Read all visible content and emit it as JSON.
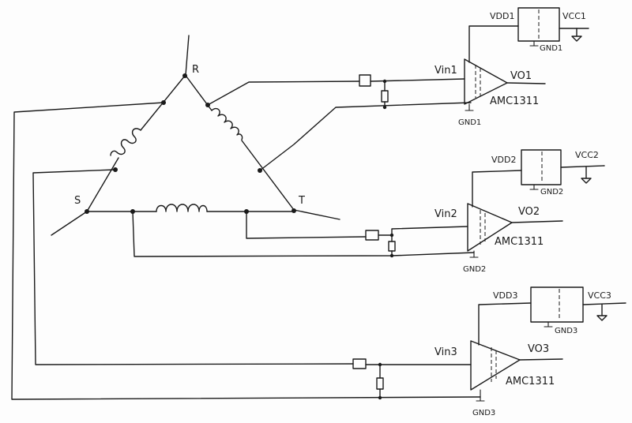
{
  "nodes": {
    "r": "R",
    "s": "S",
    "t": "T"
  },
  "channels": [
    {
      "vdd": "VDD1",
      "vcc": "VCC1",
      "gnd_iso": "GND1",
      "gnd_in": "GND1",
      "vin": "Vin1",
      "vout": "VO1",
      "chip": "AMC1311"
    },
    {
      "vdd": "VDD2",
      "vcc": "VCC2",
      "gnd_iso": "GND2",
      "gnd_in": "GND2",
      "vin": "Vin2",
      "vout": "VO2",
      "chip": "AMC1311"
    },
    {
      "vdd": "VDD3",
      "vcc": "VCC3",
      "gnd_iso": "GND3",
      "gnd_in": "GND3",
      "vin": "Vin3",
      "vout": "VO3",
      "chip": "AMC1311"
    }
  ]
}
